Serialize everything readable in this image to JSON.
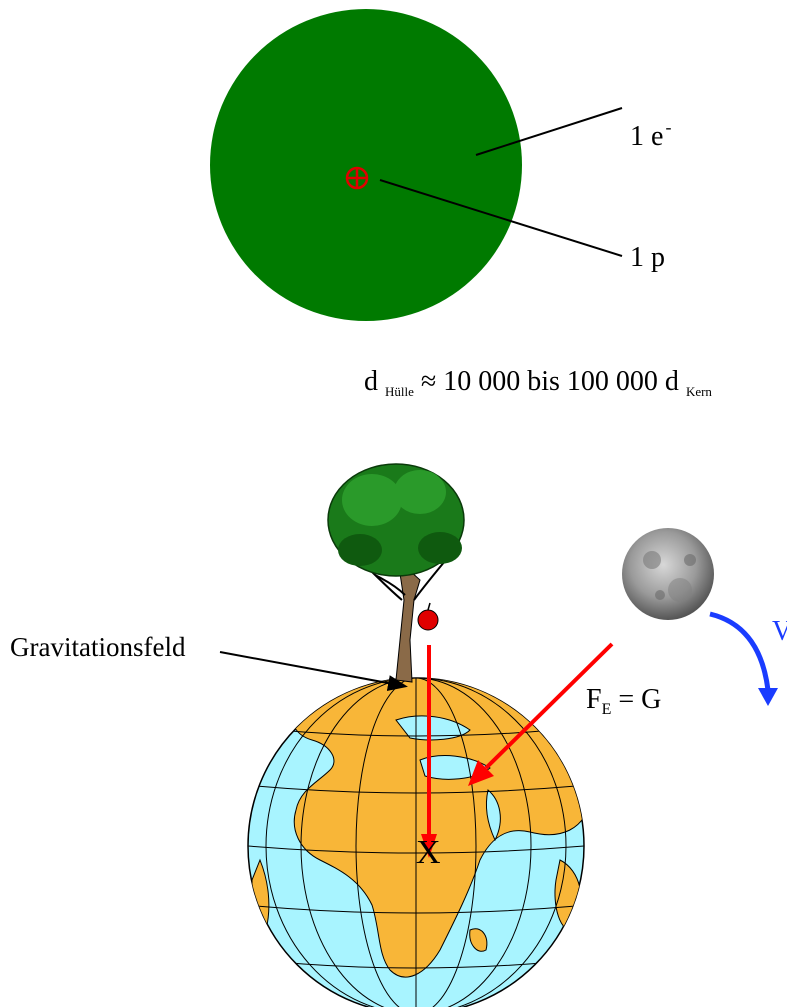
{
  "atom": {
    "electron_label": "1 e",
    "electron_superscript": "-",
    "proton_label": "1 p",
    "formula": {
      "lhs": "d",
      "lhs_sub": "Hülle",
      "middle": " ≈ 10 000 bis 100 000 d",
      "rhs_sub": "Kern"
    },
    "colors": {
      "shell": "#007a00",
      "nucleus": "#e00000"
    }
  },
  "earth": {
    "field_label": "Gravitationsfeld",
    "force_label": "F",
    "force_sub": "E",
    "force_rhs": " = G",
    "point_label": "X",
    "velocity_label": "V",
    "colors": {
      "ocean": "#a8f4ff",
      "land": "#f8b638",
      "force_arrow": "#ff0000",
      "velocity_arrow": "#1a3cff",
      "tree_leaves": "#1a7a1a",
      "apple": "#e00000"
    }
  }
}
